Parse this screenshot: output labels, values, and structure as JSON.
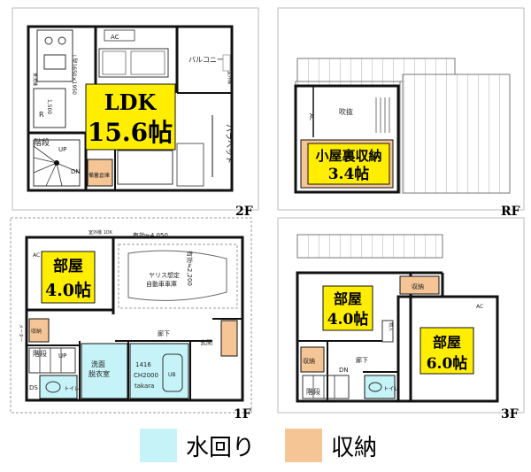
{
  "floors": {
    "f2": {
      "label": "2F",
      "ldk_name": "LDK",
      "ldk_size": "15.6帖",
      "ac": "AC",
      "balcony": "バルコニー",
      "parapet": "パラペット",
      "stairs": "階段",
      "up": "UP",
      "dn": "DN",
      "storage_note": "備蓄倉庫",
      "window_note": "L型1650×1950",
      "dim_1500": "1,500",
      "r_mark": "R",
      "outdoor_unit": "室外機",
      "dishwasher": "食洗機"
    },
    "rf": {
      "label": "RF",
      "loft_name": "小屋裏収納",
      "loft_size": "3.4帖",
      "ac": "AC",
      "void": "吹抜"
    },
    "f1": {
      "label": "1F",
      "room_name": "部屋",
      "room_size": "4.0帖",
      "ac": "AC",
      "garage": "自動車車庫",
      "car_note": "ヤリス想定",
      "width_dim": "有効≒4,050",
      "depth_dim": "有効≒2,200",
      "outdoor_unit": "室外機 1DK",
      "corridor": "廊下",
      "entrance": "玄関",
      "washroom_1": "洗面",
      "washroom_2": "脱衣室",
      "bath_1": "1416",
      "bath_2": "CH2000",
      "bath_3": "takara",
      "ub": "UB",
      "toilet": "トイレ",
      "stairs": "階段",
      "up": "UP",
      "ds": "DS",
      "storage": "収納",
      "meter_note": "メーター"
    },
    "f3": {
      "label": "3F",
      "room_a_name": "部屋",
      "room_a_size": "4.0帖",
      "room_b_name": "部屋",
      "room_b_size": "6.0帖",
      "ac": "AC",
      "storage": "収納",
      "corridor": "廊下",
      "stairs": "階段",
      "dn": "DN",
      "toilet": "トイレ",
      "closet": "物入"
    }
  },
  "legend": {
    "water_label": "水回り",
    "storage_label": "収納",
    "water_color": "#c6f3f7",
    "storage_color": "#f5c596"
  },
  "colors": {
    "highlight": "#ffee00",
    "storage": "#f5c596",
    "water": "#c6f3f7",
    "wall": "#111111"
  }
}
